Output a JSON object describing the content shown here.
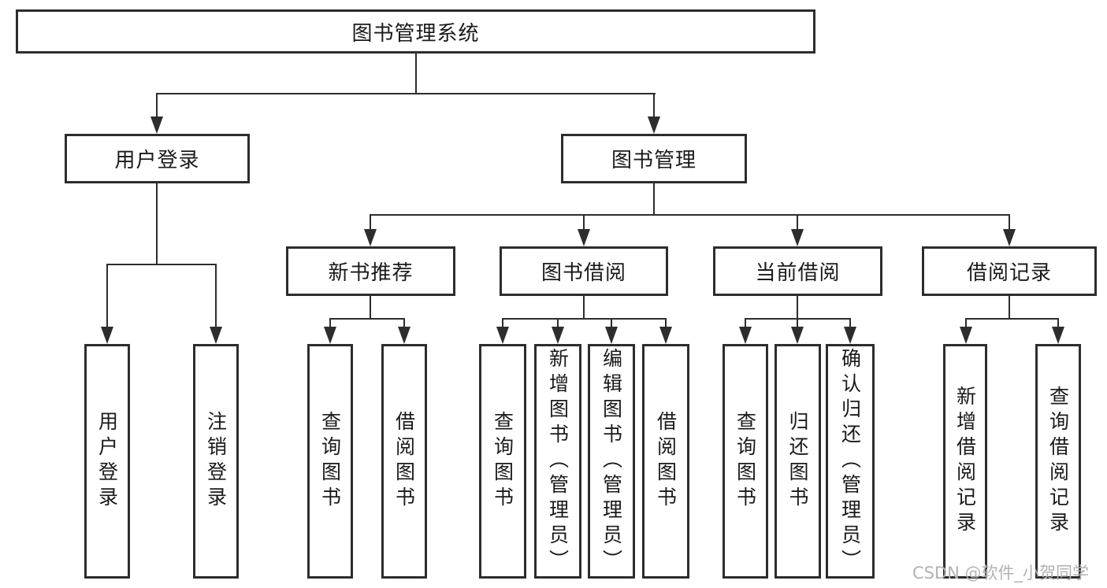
{
  "diagram": {
    "type": "hierarchy-tree",
    "root": {
      "label": "图书管理系统",
      "children": [
        {
          "label": "用户登录",
          "children": [
            {
              "label": "用户登录"
            },
            {
              "label": "注销登录"
            }
          ]
        },
        {
          "label": "图书管理",
          "children": [
            {
              "label": "新书推荐",
              "children": [
                {
                  "label": "查询图书"
                },
                {
                  "label": "借阅图书"
                }
              ]
            },
            {
              "label": "图书借阅",
              "children": [
                {
                  "label": "查询图书"
                },
                {
                  "label": "新增图书（管理员）"
                },
                {
                  "label": "编辑图书（管理员）"
                },
                {
                  "label": "借阅图书"
                }
              ]
            },
            {
              "label": "当前借阅",
              "children": [
                {
                  "label": "查询图书"
                },
                {
                  "label": "归还图书"
                },
                {
                  "label": "确认归还（管理员）"
                }
              ]
            },
            {
              "label": "借阅记录",
              "children": [
                {
                  "label": "新增借阅记录"
                },
                {
                  "label": "查询借阅记录"
                }
              ]
            }
          ]
        }
      ]
    }
  },
  "watermark": "CSDN @软件_小贺同学",
  "colors": {
    "line": "#2d2d2d",
    "text": "#1a1a1a",
    "background": "#ffffff",
    "watermark": "#b2b2b5"
  }
}
